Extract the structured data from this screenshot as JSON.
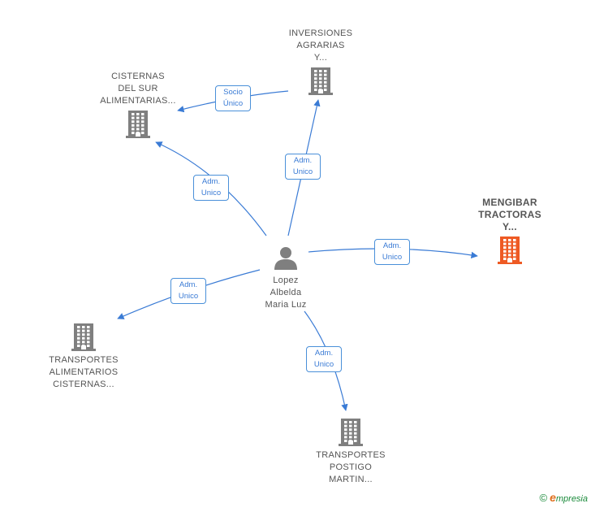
{
  "colors": {
    "edge": "#3a7bd5",
    "building": "#7f7f7f",
    "building_highlight": "#ee5a24",
    "person": "#7f7f7f"
  },
  "center": {
    "icon": "person-icon",
    "lines": [
      "Lopez",
      "Albelda",
      "Maria Luz"
    ]
  },
  "nodes": [
    {
      "id": "inversiones",
      "icon": "building-icon",
      "lines": [
        "INVERSIONES",
        "AGRARIAS",
        "Y..."
      ]
    },
    {
      "id": "cisternas-sur",
      "icon": "building-icon",
      "lines": [
        "CISTERNAS",
        "DEL SUR",
        "ALIMENTARIAS..."
      ]
    },
    {
      "id": "mengibar",
      "icon": "building-icon",
      "highlight": true,
      "lines": [
        "MENGIBAR",
        "TRACTORAS",
        "Y..."
      ]
    },
    {
      "id": "transportes-alimentarios",
      "icon": "building-icon",
      "lines": [
        "TRANSPORTES",
        "ALIMENTARIOS",
        "CISTERNAS..."
      ]
    },
    {
      "id": "transportes-postigo",
      "icon": "building-icon",
      "lines": [
        "TRANSPORTES",
        "POSTIGO",
        "MARTIN..."
      ]
    }
  ],
  "edges": [
    {
      "id": "center-inversiones",
      "lines": [
        "Adm.",
        "Unico"
      ]
    },
    {
      "id": "center-cisternas",
      "lines": [
        "Adm.",
        "Unico"
      ]
    },
    {
      "id": "inversiones-cisternas",
      "lines": [
        "Socio",
        "Único"
      ]
    },
    {
      "id": "center-mengibar",
      "lines": [
        "Adm.",
        "Unico"
      ]
    },
    {
      "id": "center-alimentarios",
      "lines": [
        "Adm.",
        "Unico"
      ]
    },
    {
      "id": "center-postigo",
      "lines": [
        "Adm.",
        "Unico"
      ]
    }
  ],
  "brand": {
    "copyright": "©",
    "initial": "e",
    "name": "mpresia"
  }
}
